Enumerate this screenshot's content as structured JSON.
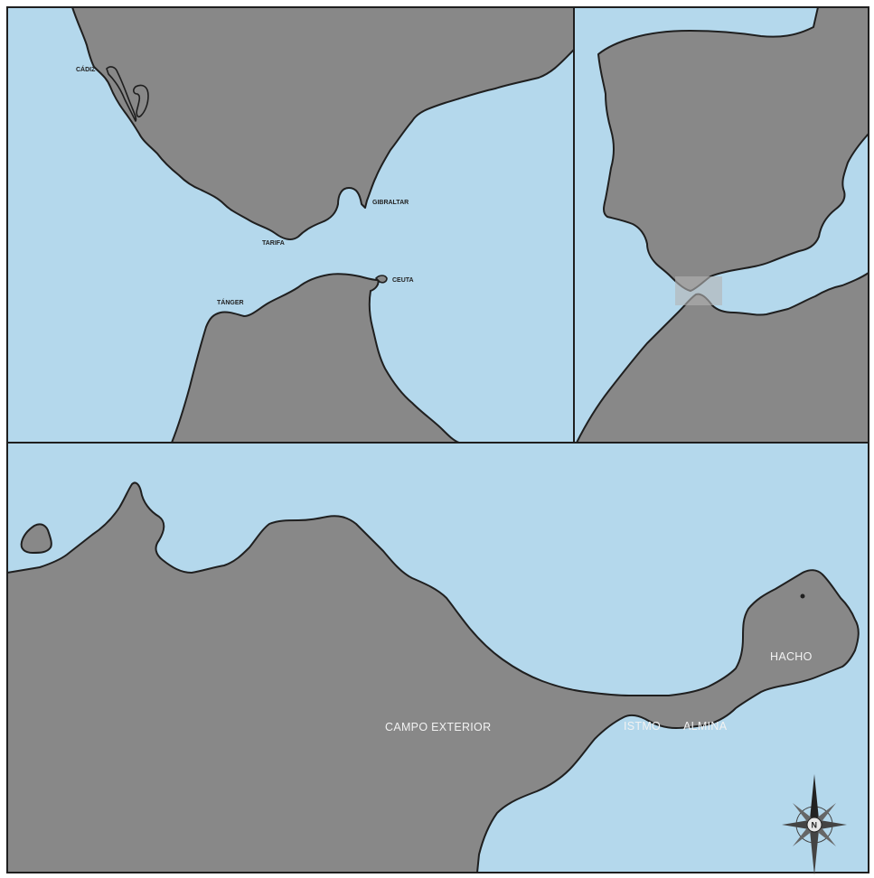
{
  "colors": {
    "sea": "#b4d8ec",
    "land": "#888888",
    "coast": "#1f1f1f",
    "highlight": "#b4b4b4"
  },
  "strait_map": {
    "labels": {
      "cadiz": "CÁDIZ",
      "gibraltar": "GIBRALTAR",
      "tarifa": "TARIFA",
      "ceuta": "CEUTA",
      "tanger": "TÁNGER"
    }
  },
  "iberia_map": {
    "highlight_area": "strait-of-gibraltar"
  },
  "ceuta_map": {
    "labels": {
      "campo_exterior": "CAMPO EXTERIOR",
      "istmo": "ISTMO",
      "almina": "ALMINA",
      "hacho": "HACHO"
    },
    "compass": {
      "north": "N",
      "icon": "compass-rose-icon"
    }
  }
}
